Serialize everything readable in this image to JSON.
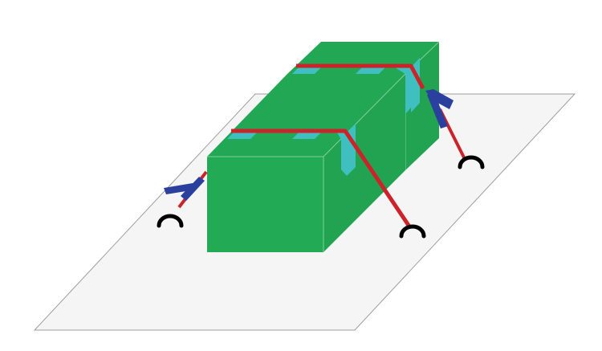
{
  "colors": {
    "background": "#ffffff",
    "platform_fill": "#f5f5f5",
    "platform_stroke": "#9e9e9e",
    "box_front": "#22aa55",
    "box_top": "#22a855",
    "box_right": "#21a352",
    "box_edge": "#7fd19a",
    "corner_protector": "#3fbfc0",
    "strap": "#cc2229",
    "ratchet": "#2b3f9e",
    "anchor_hook": "#000000"
  },
  "elements": {
    "platform": "flatbed-platform",
    "boxes": [
      "cargo-box-front",
      "cargo-box-rear"
    ],
    "straps": [
      "tie-down-strap-front",
      "tie-down-strap-rear"
    ],
    "ratchets": [
      "ratchet-left",
      "ratchet-right"
    ],
    "anchors": [
      "anchor-left",
      "anchor-front-right",
      "anchor-rear-right"
    ],
    "icon": "cargo-securing-icon"
  }
}
